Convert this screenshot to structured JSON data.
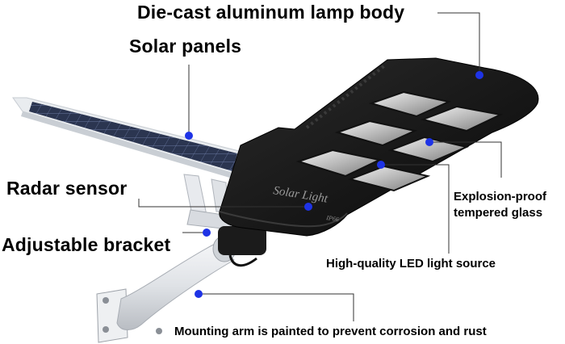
{
  "labels": {
    "lamp_body": "Die-cast aluminum lamp body",
    "solar_panels": "Solar panels",
    "radar_sensor": "Radar sensor",
    "bracket": "Adjustable bracket",
    "glass_line1": "Explosion-proof",
    "glass_line2": "tempered glass",
    "led_source": "High-quality LED light source",
    "mounting_arm": "Mounting arm is painted to prevent corrosion and rust"
  },
  "product": {
    "brand_text": "Solar Light",
    "rating_text": "IP66"
  },
  "colors": {
    "marker": "#1e33e6",
    "leader_line": "#333333",
    "lamp_body": "#1c1c1c",
    "panel": "#2a3148",
    "arm": "#e6e8ec"
  }
}
